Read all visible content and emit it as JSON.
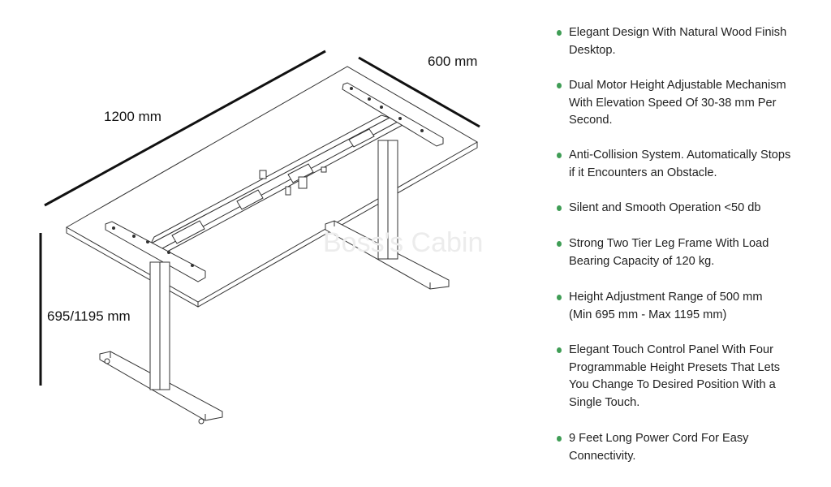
{
  "dimensions": {
    "width_label": "1200 mm",
    "depth_label": "600 mm",
    "height_label": "695/1195 mm"
  },
  "watermark": "Boss's Cabin",
  "colors": {
    "bullet": "#3f9d55",
    "line": "#111111"
  },
  "features": [
    {
      "lines": [
        "Elegant Design With Natural Wood Finish",
        "Desktop."
      ]
    },
    {
      "lines": [
        "Dual Motor Height Adjustable Mechanism",
        "With Elevation Speed Of 30-38 mm Per",
        "Second."
      ]
    },
    {
      "lines": [
        "Anti-Collision System. Automatically Stops",
        "if it Encounters an Obstacle."
      ]
    },
    {
      "lines": [
        "Silent and Smooth Operation <50 db"
      ]
    },
    {
      "lines": [
        "Strong Two Tier Leg Frame With Load",
        "Bearing Capacity of 120 kg."
      ]
    },
    {
      "lines": [
        "Height Adjustment Range of 500 mm",
        "(Min 695 mm - Max 1195 mm)"
      ]
    },
    {
      "lines": [
        "Elegant Touch Control Panel With Four",
        "Programmable Height Presets That Lets",
        "You Change To Desired Position With a",
        "Single Touch."
      ]
    },
    {
      "lines": [
        "9 Feet Long Power Cord For Easy",
        "Connectivity."
      ]
    }
  ]
}
